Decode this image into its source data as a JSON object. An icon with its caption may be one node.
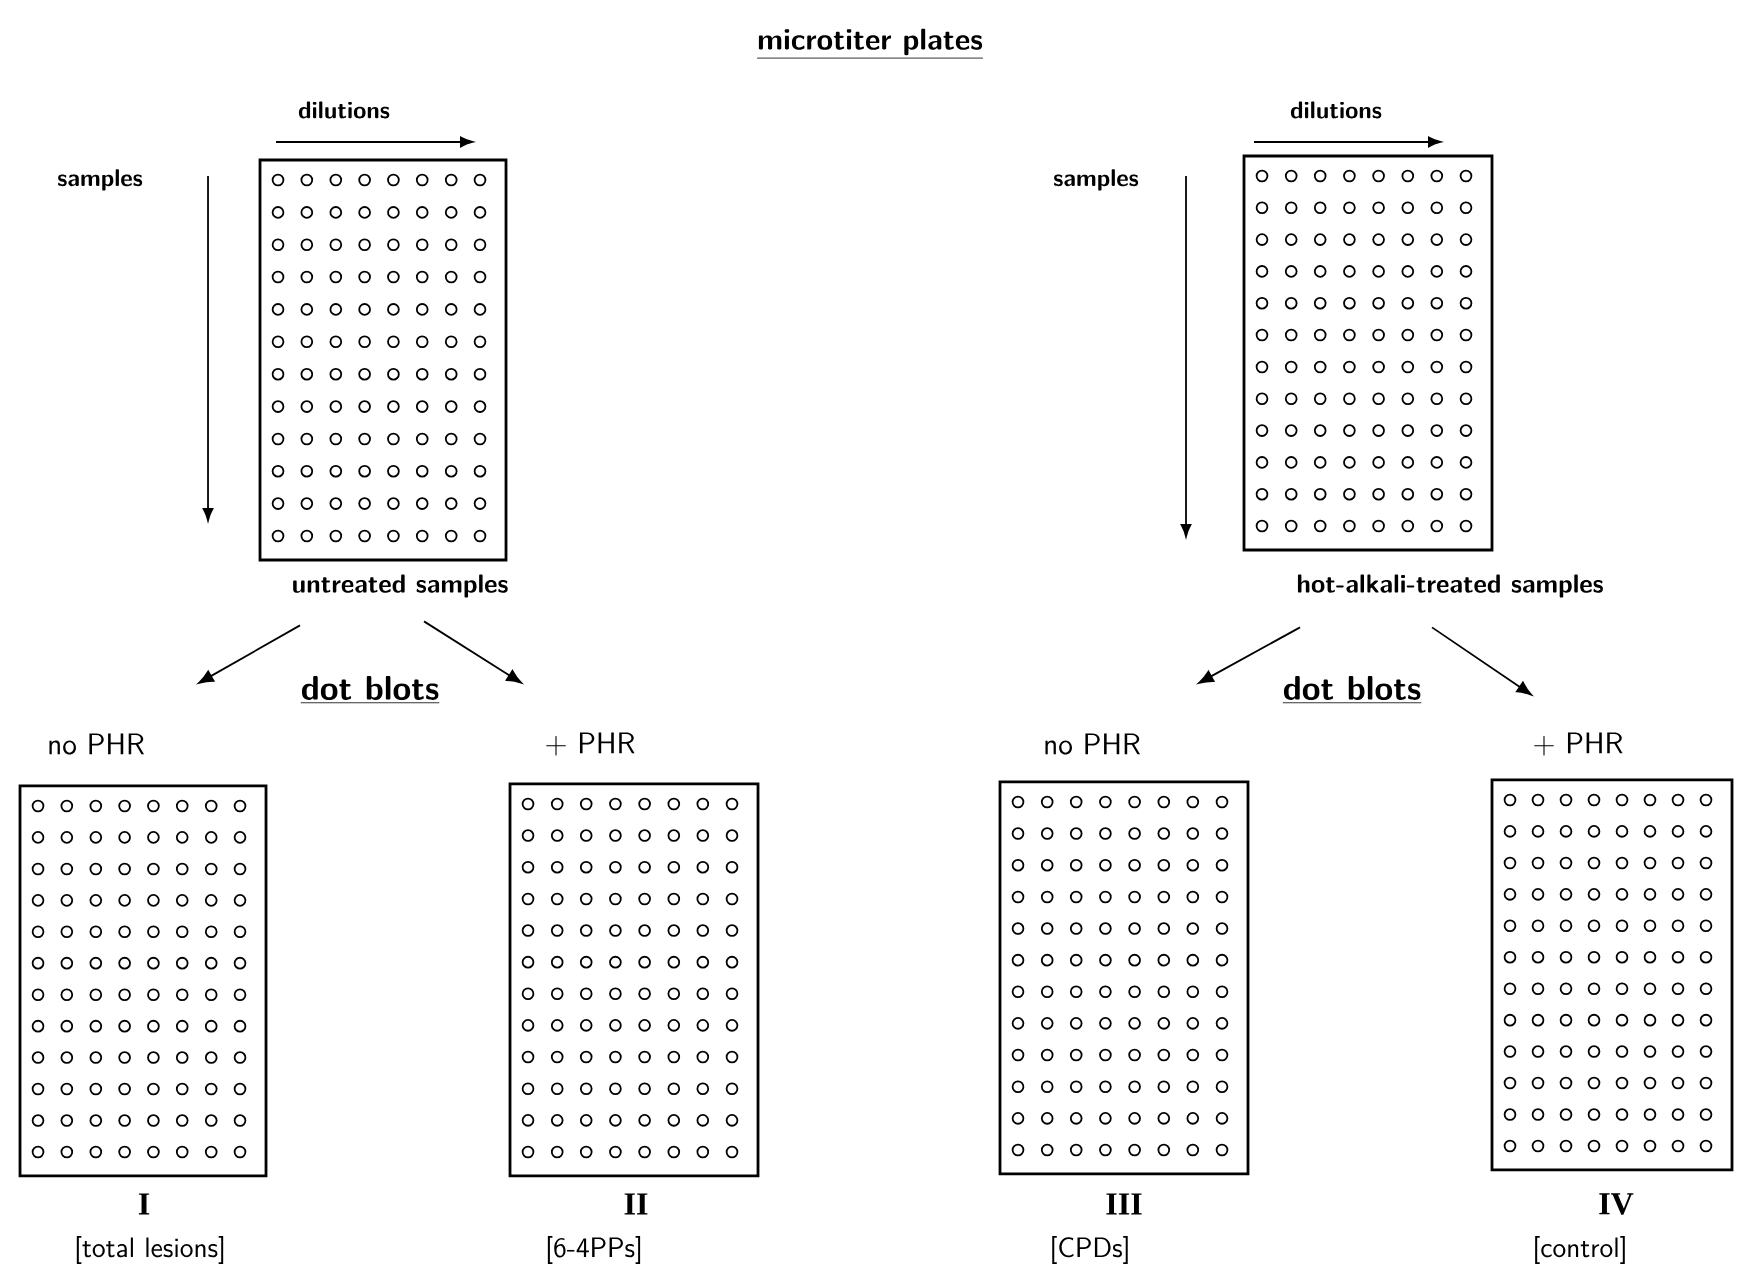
{
  "diagram": {
    "title": "microtiter plates",
    "nodes": [
      {
        "text": [
          "untreated samples"
        ]
      },
      {
        "text": [
          "hot-alkali-treated samples"
        ]
      },
      {
        "text": [
          "no PHR",
          "I",
          "[total lesions]"
        ]
      },
      {
        "text": [
          "+ PHR",
          "II",
          "[6-4PPs]"
        ]
      },
      {
        "text": [
          "no PHR",
          "III",
          "[CPDs]"
        ]
      },
      {
        "text": [
          "+ PHR",
          "IV",
          "[control]"
        ]
      }
    ],
    "edges": [
      {
        "from": 0,
        "to": 2,
        "arrow": "to"
      },
      {
        "from": 0,
        "to": 3,
        "arrow": "to"
      },
      {
        "from": 1,
        "to": 4,
        "arrow": "to"
      },
      {
        "from": 1,
        "to": 5,
        "arrow": "to"
      }
    ],
    "labels": [
      "dilutions",
      "samples",
      "dilutions",
      "samples",
      "dot blots",
      "dot blots"
    ]
  }
}
